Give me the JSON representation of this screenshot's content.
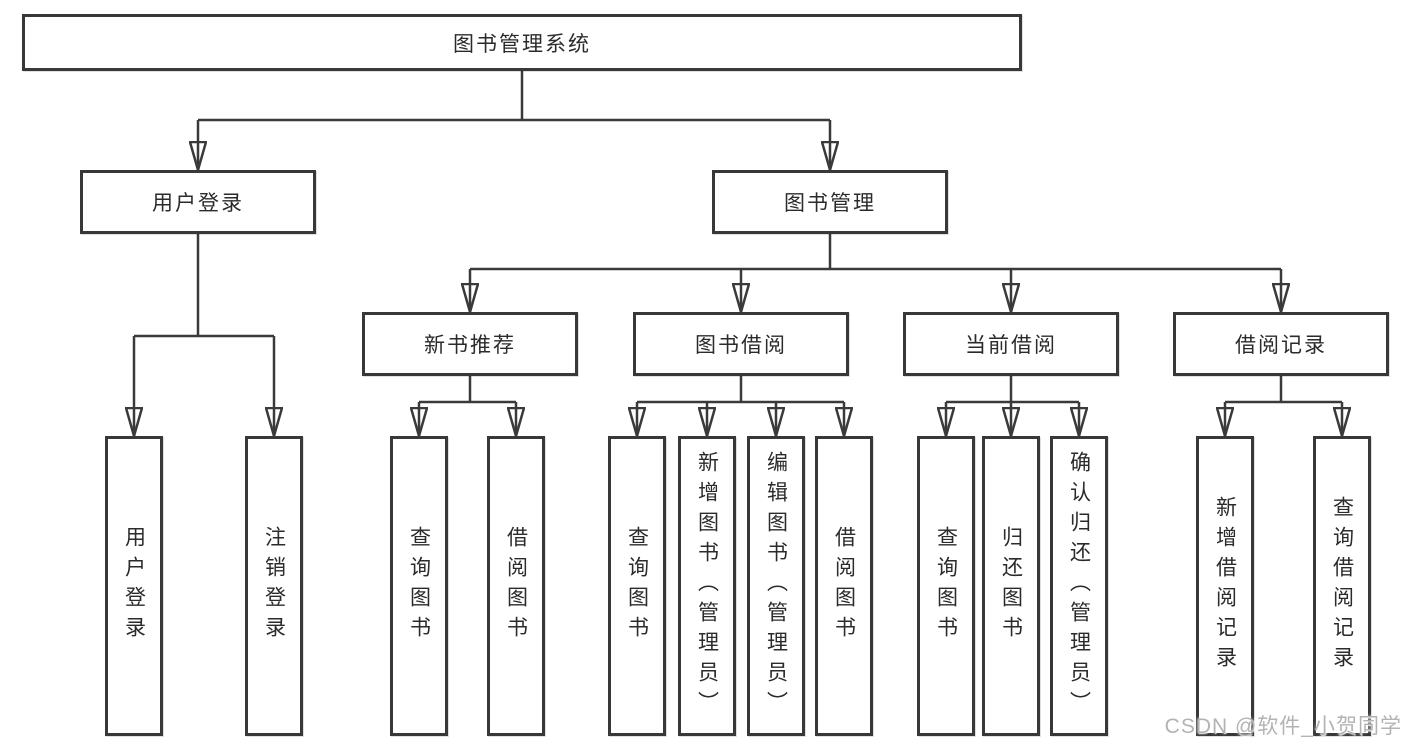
{
  "diagram": {
    "root": "图书管理系统",
    "level2": {
      "user_login": "用户登录",
      "book_management": "图书管理"
    },
    "level3": {
      "new_books": "新书推荐",
      "book_borrow": "图书借阅",
      "current_borrow": "当前借阅",
      "borrow_records": "借阅记录"
    },
    "leaves": {
      "user_login": [
        "用户登录",
        "注销登录"
      ],
      "new_books": [
        "查询图书",
        "借阅图书"
      ],
      "book_borrow": [
        "查询图书",
        "新增图书（管理员）",
        "编辑图书（管理员）",
        "借阅图书"
      ],
      "current_borrow": [
        "查询图书",
        "归还图书",
        "确认归还（管理员）"
      ],
      "borrow_records": [
        "新增借阅记录",
        "查询借阅记录"
      ]
    },
    "watermark": "CSDN @软件_小贺同学"
  },
  "colors": {
    "line": "#3a3a3a",
    "box_border": "#383838",
    "text": "#2b2b2b",
    "watermark": "#b3b3b3",
    "background": "#ffffff"
  }
}
